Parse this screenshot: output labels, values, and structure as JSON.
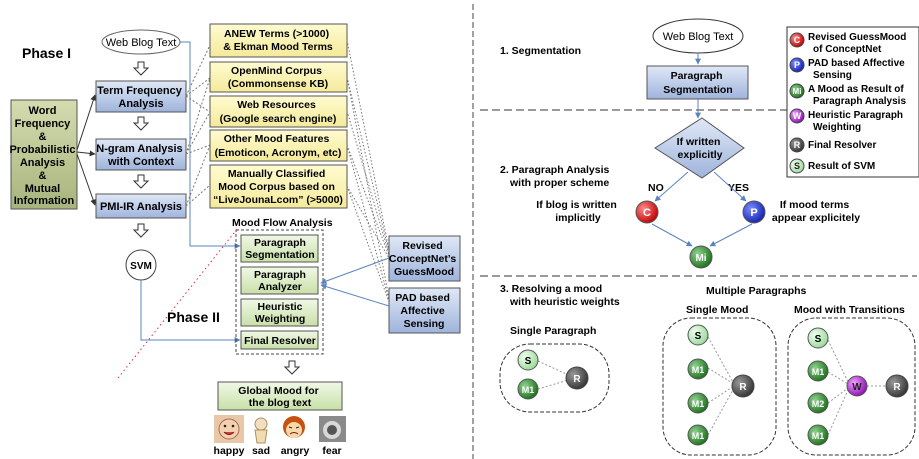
{
  "left": {
    "phase1": "Phase I",
    "phase2": "Phase II",
    "web_blog_text": "Web Blog Text",
    "word_freq": [
      "Word",
      "Frequency",
      "&",
      "Probabilistic",
      "Analysis",
      "&",
      "Mutual",
      "Information"
    ],
    "term_freq": [
      "Term Frequency",
      "Analysis"
    ],
    "ngram": [
      "N-gram Analysis",
      "with Context"
    ],
    "pmi": "PMI-IR Analysis",
    "svm": "SVM",
    "resources": [
      [
        "ANEW Terms (>1000)",
        "& Ekman Mood Terms"
      ],
      [
        "OpenMind Corpus",
        "(Commonsense KB)"
      ],
      [
        "Web Resources",
        "(Google search engine)"
      ],
      [
        "Other Mood Features",
        "(Emoticon, Acronym, etc)"
      ],
      [
        "Manually Classified",
        "Mood Corpus based on",
        "“LiveJounaLcom” (>5000)"
      ]
    ],
    "mood_flow_title": "Mood Flow Analysis",
    "flow_steps": [
      [
        "Paragraph",
        "Segmentation"
      ],
      [
        "Paragraph",
        "Analyzer"
      ],
      [
        "Heuristic",
        "Weighting"
      ],
      [
        "Final Resolver"
      ]
    ],
    "revised": [
      "Revised",
      "ConceptNet’s",
      "GuessMood"
    ],
    "pad": [
      "PAD based",
      "Affective",
      "Sensing"
    ],
    "global_mood": [
      "Global Mood for",
      "the blog text"
    ],
    "moods": [
      "happy",
      "sad",
      "angry",
      "fear"
    ]
  },
  "right": {
    "web_blog_text": "Web Blog Text",
    "section1": "1. Segmentation",
    "para_seg": [
      "Paragraph",
      "Segmentation"
    ],
    "section2": [
      "2. Paragraph Analysis",
      "with proper scheme"
    ],
    "decision": [
      "If written",
      "explicitly"
    ],
    "no": "NO",
    "yes": "YES",
    "implicit": [
      "If blog is written",
      "implicitly"
    ],
    "explicit": [
      "If mood terms",
      "appear explicitely"
    ],
    "section3": [
      "3. Resolving a mood",
      "with heuristic weights"
    ],
    "multi": "Multiple Paragraphs",
    "single_para": "Single Paragraph",
    "single_mood": "Single Mood",
    "mood_trans": "Mood with Transitions",
    "legend": [
      {
        "sym": "C",
        "lines": [
          "Revised GuessMood",
          "of ConceptNet"
        ]
      },
      {
        "sym": "P",
        "lines": [
          "PAD based Affective",
          "Sensing"
        ]
      },
      {
        "sym": "Mi",
        "lines": [
          "A Mood as Result of",
          "Paragraph Analysis"
        ]
      },
      {
        "sym": "W",
        "lines": [
          "Heuristic Paragraph",
          "Weighting"
        ]
      },
      {
        "sym": "R",
        "lines": [
          "Final Resolver"
        ]
      },
      {
        "sym": "S",
        "lines": [
          "Result of SVM"
        ]
      }
    ],
    "node_labels": {
      "C": "C",
      "P": "P",
      "Mi": "Mi",
      "S": "S",
      "M1": "M1",
      "M2": "M2",
      "R": "R",
      "W": "W"
    }
  },
  "colors": {
    "blue_box": "#b8c8e4",
    "green_box": "#d7e8c0",
    "olive_box": "#b9c490",
    "arrow_blue": "#5b83c0",
    "node_red": "#e01818",
    "node_blue": "#1e3fd8",
    "node_green": "#2e8a2e",
    "node_light": "#b8e8b8",
    "node_gray": "#555555",
    "node_purple": "#b419d8"
  }
}
